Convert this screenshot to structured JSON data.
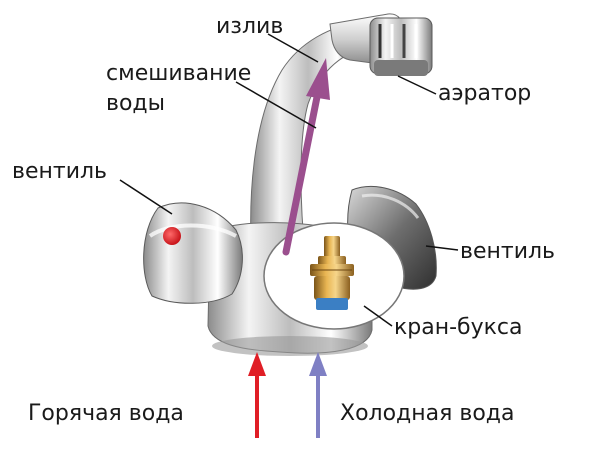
{
  "labels": {
    "spout": "излив",
    "mixing_line1": "смешивание",
    "mixing_line2": "воды",
    "aerator": "аэратор",
    "valve_left": "вентиль",
    "valve_right": "вентиль",
    "cartridge": "кран-букса",
    "hot_water": "Горячая вода",
    "cold_water": "Холодная вода"
  },
  "colors": {
    "hot_arrow": "#e01e26",
    "cold_arrow": "#7f80c4",
    "mixing_arrow": "#9b4f8e",
    "hot_valve_marker": "#e0242a"
  },
  "icons": {
    "faucet": "single-spout-two-valve-faucet",
    "cartridge": "brass-tap-cartridge"
  }
}
